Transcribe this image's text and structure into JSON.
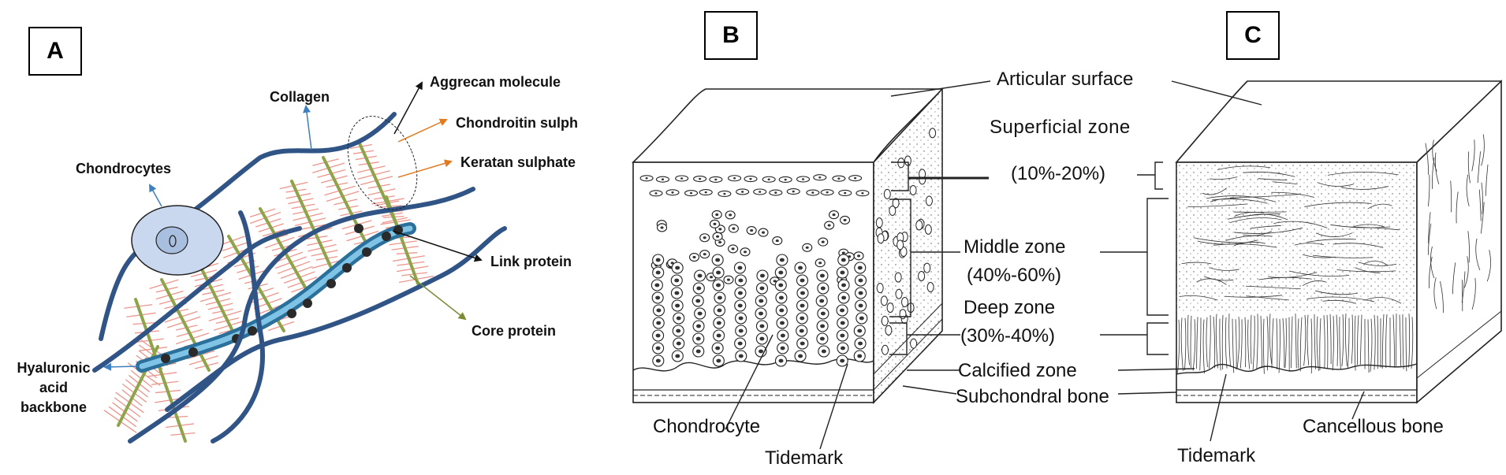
{
  "panels": {
    "a": {
      "tag": "A",
      "labels": {
        "aggrecan": "Aggrecan molecule",
        "collagen": "Collagen",
        "chondroitin": "Chondroitin sulph",
        "keratan": "Keratan sulphate",
        "chondrocytes": "Chondrocytes",
        "link_protein": "Link protein",
        "core_protein": "Core protein",
        "hyaluronic_line1": "Hyaluronic",
        "hyaluronic_line2": "acid",
        "hyaluronic_line3": "backbone"
      }
    },
    "b": {
      "tag": "B",
      "labels": {
        "chondrocyte": "Chondrocyte",
        "tidemark": "Tidemark"
      }
    },
    "c": {
      "tag": "C",
      "labels": {
        "tidemark": "Tidemark",
        "cancellous_bone": "Cancellous bone"
      }
    },
    "zones": {
      "articular_surface": "Articular surface",
      "superficial_zone": "Superficial zone",
      "superficial_pct": "(10%-20%)",
      "middle_zone": "Middle zone",
      "middle_pct": "(40%-60%)",
      "deep_zone": "Deep zone",
      "deep_pct": "(30%-40%)",
      "calcified_zone": "Calcified zone",
      "subchondral_bone": "Subchondral bone"
    }
  },
  "colors": {
    "collagen": "#2f5485",
    "hyaluronic": "#3e9ac9",
    "gag_pink": "#e98a80",
    "core_green": "#8ea44a",
    "chondrocyte_fill": "#c9d8ee",
    "arrow_orange": "#e07b20",
    "arrow_olive": "#7c8a33",
    "arrow_blue": "#3d7fbf"
  }
}
